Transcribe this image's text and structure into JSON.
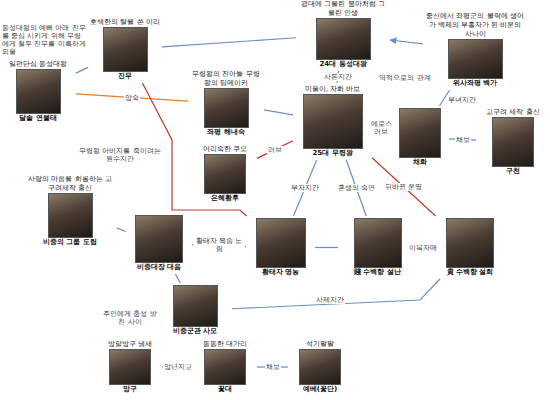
{
  "diagram": {
    "nodes": [
      {
        "text": [
          "광대에 그을린 붕마처럼 그을린 인생",
          "24대 동성대왕"
        ]
      },
      {
        "text": [
          "중신에서 좌평군의 몰락에 생어가 백제의 부흥자가 된 비운의 사나이",
          "위사좌평 백가"
        ]
      },
      {
        "text": [
          "호색한의 탈을 쓴 이리",
          "진무"
        ]
      },
      {
        "text": [
          "일편단심 동성대왕",
          "달솔 연불태"
        ]
      },
      {
        "text": [
          "무령왕의 진아들 무령왕의 팀메이커",
          "좌평 해내숙"
        ]
      },
      {
        "text": [
          "미울이, 자화 바보",
          "25대 무령왕"
        ]
      },
      {
        "text": [
          "채화"
        ]
      },
      {
        "text": [
          "고구려 세작 출신",
          "구천"
        ]
      },
      {
        "text": [
          "어리숙한 쿠모",
          "은혜황후"
        ]
      },
      {
        "text": [
          "사랑의 마음을 희롱하는 고구려세작 출신",
          "비중의 그룹 도림"
        ]
      },
      {
        "text": [
          "비중대장 대음"
        ]
      },
      {
        "text": [
          "황태자 명농"
        ]
      },
      {
        "text": [
          "賤 수백향 설난"
        ]
      },
      {
        "text": [
          "貴 수백향 설희"
        ]
      },
      {
        "text": [
          "비중군관 사모"
        ]
      },
      {
        "text": [
          "방할방구 냄새",
          "망구"
        ]
      },
      {
        "text": [
          "동동한 대가리",
          "꽃대"
        ]
      },
      {
        "text": [
          "석기팔팔",
          "예베(꽃단)"
        ]
      }
    ],
    "edges": [
      {
        "from": 1,
        "to": 0,
        "arrow": "to",
        "label": "역적으로의 관계"
      },
      {
        "from": 0,
        "to": 5,
        "arrow": "none",
        "label": "사돈지간"
      },
      {
        "from": 2,
        "to": 0,
        "arrow": "none"
      },
      {
        "from": 3,
        "to": 2,
        "arrow": "none"
      },
      {
        "from": 3,
        "to": 4,
        "arrow": "none",
        "label": "앙숙"
      },
      {
        "from": 4,
        "to": 5,
        "arrow": "none"
      },
      {
        "from": 1,
        "to": 6,
        "arrow": "none",
        "label": "부녀지간"
      },
      {
        "from": 5,
        "to": 6,
        "arrow": "none",
        "label": "에로스 러브"
      },
      {
        "from": 6,
        "to": 7,
        "arrow": "none",
        "label": "채보"
      },
      {
        "from": 8,
        "to": 5,
        "arrow": "none",
        "label": "러브"
      },
      {
        "from": 5,
        "to": 11,
        "arrow": "none",
        "label": "부자지간"
      },
      {
        "from": 5,
        "to": 12,
        "arrow": "none",
        "label": "혼생의 숙연"
      },
      {
        "from": 5,
        "to": 13,
        "arrow": "none",
        "label": "뒤바뀐 운명"
      },
      {
        "from": 12,
        "to": 13,
        "arrow": "none",
        "label": "이복자매"
      },
      {
        "from": 11,
        "to": 12,
        "arrow": "none"
      },
      {
        "from": 9,
        "to": 10,
        "arrow": "none"
      },
      {
        "from": 10,
        "to": 11,
        "arrow": "none",
        "label": "황태자 목숨 노림"
      },
      {
        "from": 2,
        "to": 11,
        "arrow": "none",
        "label": "무령왕 아버지를 죽이려는 원수지간"
      },
      {
        "from": 10,
        "to": 14,
        "arrow": "none"
      },
      {
        "from": 14,
        "to": 13,
        "arrow": "none",
        "label": "사제지간"
      },
      {
        "from": 14,
        "to": 16,
        "arrow": "none",
        "label": "주인에게 충성 받친 사이"
      },
      {
        "from": 15,
        "to": 16,
        "arrow": "none",
        "label": "앙년지교"
      },
      {
        "from": 16,
        "to": 17,
        "arrow": "none",
        "label": "채보"
      }
    ],
    "labels": [
      "동성대왕의 예뻐 아래 진무를 중심 시키게 위해 무령에게 철두 진무를 미륵하게 되울"
    ]
  }
}
